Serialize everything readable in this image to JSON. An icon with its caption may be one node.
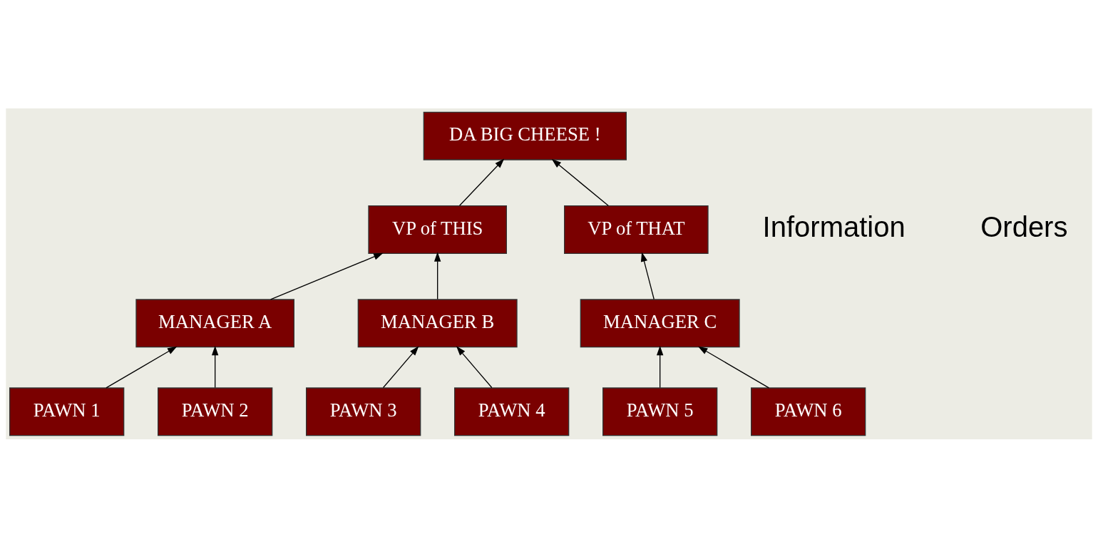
{
  "diagram": {
    "nodes": [
      {
        "text": [
          "DA BIG CHEESE !"
        ]
      },
      {
        "text": [
          "VP of THIS"
        ]
      },
      {
        "text": [
          "VP of THAT"
        ]
      },
      {
        "text": [
          "MANAGER A"
        ]
      },
      {
        "text": [
          "MANAGER B"
        ]
      },
      {
        "text": [
          "MANAGER C"
        ]
      },
      {
        "text": [
          "PAWN 1"
        ]
      },
      {
        "text": [
          "PAWN 2"
        ]
      },
      {
        "text": [
          "PAWN 3"
        ]
      },
      {
        "text": [
          "PAWN 4"
        ]
      },
      {
        "text": [
          "PAWN 5"
        ]
      },
      {
        "text": [
          "PAWN 6"
        ]
      }
    ],
    "edges": [
      {
        "from": 1,
        "to": 0,
        "arrow": "to"
      },
      {
        "from": 2,
        "to": 0,
        "arrow": "to"
      },
      {
        "from": 3,
        "to": 1,
        "arrow": "to"
      },
      {
        "from": 4,
        "to": 1,
        "arrow": "to"
      },
      {
        "from": 5,
        "to": 2,
        "arrow": "to"
      },
      {
        "from": 6,
        "to": 3,
        "arrow": "to"
      },
      {
        "from": 7,
        "to": 3,
        "arrow": "to"
      },
      {
        "from": 8,
        "to": 4,
        "arrow": "to"
      },
      {
        "from": 9,
        "to": 4,
        "arrow": "to"
      },
      {
        "from": 10,
        "to": 5,
        "arrow": "to"
      },
      {
        "from": 11,
        "to": 5,
        "arrow": "to"
      }
    ],
    "labels": [
      "Information",
      "Orders"
    ]
  }
}
